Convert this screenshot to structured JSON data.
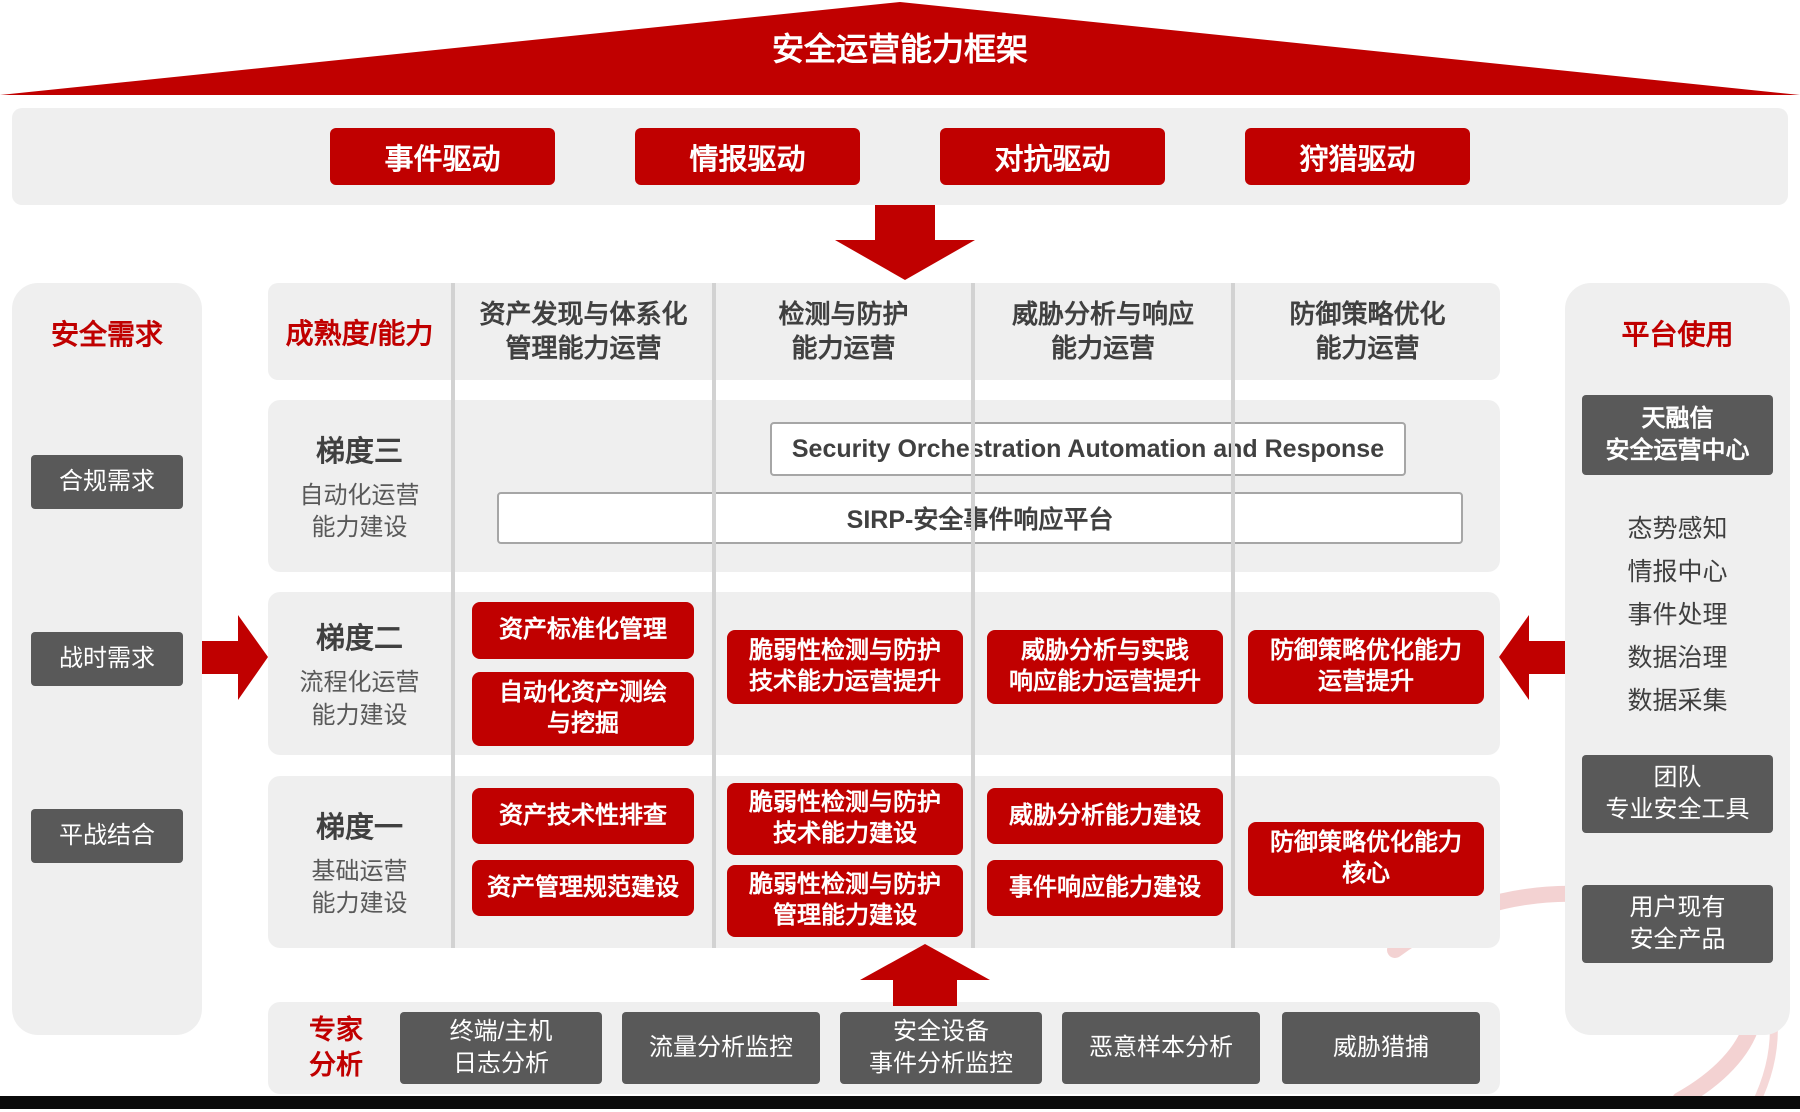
{
  "banner": {
    "title": "安全运营能力框架"
  },
  "drivers": {
    "items": [
      {
        "label": "事件驱动"
      },
      {
        "label": "情报驱动"
      },
      {
        "label": "对抗驱动"
      },
      {
        "label": "狩猎驱动"
      }
    ]
  },
  "left_panel": {
    "title": "安全需求",
    "items": [
      {
        "label": "合规需求"
      },
      {
        "label": "战时需求"
      },
      {
        "label": "平战结合"
      }
    ]
  },
  "right_panel": {
    "title": "平台使用",
    "soc_box": "天融信\n安全运营中心",
    "features": [
      {
        "label": "态势感知"
      },
      {
        "label": "情报中心"
      },
      {
        "label": "事件处理"
      },
      {
        "label": "数据治理"
      },
      {
        "label": "数据采集"
      }
    ],
    "team_box": "团队\n专业安全工具",
    "user_box": "用户现有\n安全产品"
  },
  "matrix": {
    "corner": "成熟度/能力",
    "columns": [
      {
        "label": "资产发现与体系化\n管理能力运营"
      },
      {
        "label": "检测与防护\n能力运营"
      },
      {
        "label": "威胁分析与响应\n能力运营"
      },
      {
        "label": "防御策略优化\n能力运营"
      }
    ],
    "tier3": {
      "name": "梯度三",
      "subtitle": "自动化运营\n能力建设",
      "soar": "Security Orchestration Automation and Response",
      "sirp": "SIRP-安全事件响应平台"
    },
    "tier2": {
      "name": "梯度二",
      "subtitle": "流程化运营\n能力建设",
      "col1a": "资产标准化管理",
      "col1b": "自动化资产测绘\n与挖掘",
      "col2": "脆弱性检测与防护\n技术能力运营提升",
      "col3": "威胁分析与实践\n响应能力运营提升",
      "col4": "防御策略优化能力\n运营提升"
    },
    "tier1": {
      "name": "梯度一",
      "subtitle": "基础运营\n能力建设",
      "col1a": "资产技术性排查",
      "col1b": "资产管理规范建设",
      "col2a": "脆弱性检测与防护\n技术能力建设",
      "col2b": "脆弱性检测与防护\n管理能力建设",
      "col3a": "威胁分析能力建设",
      "col3b": "事件响应能力建设",
      "col4": "防御策略优化能力\n核心"
    }
  },
  "bottom": {
    "title": "专家\n分析",
    "items": [
      {
        "label": "终端/主机\n日志分析"
      },
      {
        "label": "流量分析监控"
      },
      {
        "label": "安全设备\n事件分析监控"
      },
      {
        "label": "恶意样本分析"
      },
      {
        "label": "威胁猎捕"
      }
    ]
  },
  "colors": {
    "red": "#c00000",
    "dark_gray": "#595959",
    "panel_gray": "#efefef",
    "text_dark": "#404040",
    "divider": "#d2d2d2"
  }
}
